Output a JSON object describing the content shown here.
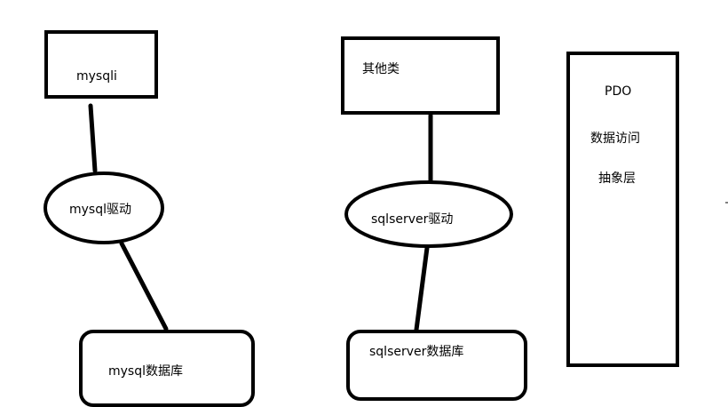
{
  "diagram": {
    "nodes": {
      "mysqli": {
        "label": "mysqli"
      },
      "mysql_driver": {
        "label": "mysql驱动"
      },
      "mysql_db": {
        "label": "mysql数据库"
      },
      "other_class": {
        "label": "其他类"
      },
      "sqlserver_driver": {
        "label": "sqlserver驱动"
      },
      "sqlserver_db": {
        "label": "sqlserver数据库"
      },
      "pdo": {
        "title": "PDO",
        "line1": "数据访问",
        "line2": "抽象层"
      }
    },
    "edges": [
      {
        "from": "mysqli",
        "to": "mysql_driver"
      },
      {
        "from": "mysql_driver",
        "to": "mysql_db"
      },
      {
        "from": "other_class",
        "to": "sqlserver_driver"
      },
      {
        "from": "sqlserver_driver",
        "to": "sqlserver_db"
      }
    ]
  }
}
